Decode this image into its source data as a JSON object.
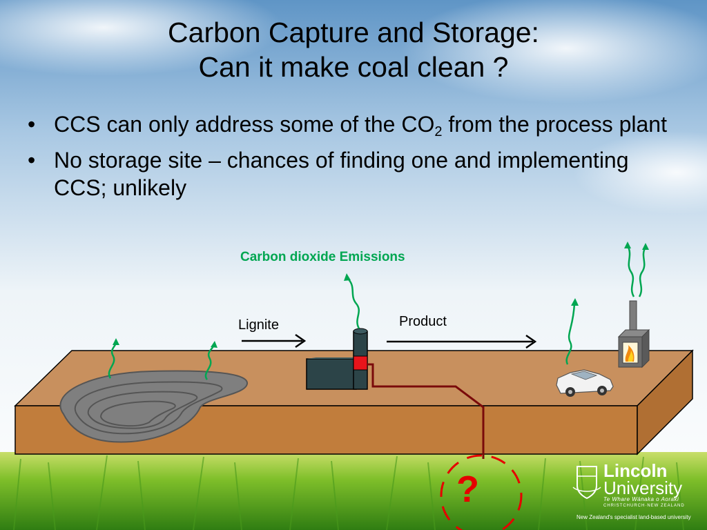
{
  "title": {
    "line1": "Carbon Capture and Storage:",
    "line2": "Can it make coal clean ?"
  },
  "bullets": [
    {
      "pre": "CCS can only address some of the CO",
      "sub": "2",
      "post": " from the process plant"
    },
    {
      "text": "No storage site – chances of finding one and implementing CCS; unlikely"
    }
  ],
  "diagram": {
    "emissions_label": "Carbon dioxide Emissions",
    "lignite_label": "Lignite",
    "product_label": "Product",
    "unknown_storage_symbol": "?"
  },
  "logo": {
    "name_line1": "Lincoln",
    "name_line2": "University",
    "maori": "Te Whare Wānaka o Aoraki",
    "location": "CHRISTCHURCH·NEW ZEALAND",
    "tagline": "New Zealand's specialist land-based university"
  },
  "colors": {
    "sky_top": "#5f95c6",
    "ground_top": "#c8905e",
    "ground_side": "#c17d3c",
    "emission_green": "#00a651",
    "pipe": "#7a0a0a",
    "question_red": "#e50000"
  }
}
